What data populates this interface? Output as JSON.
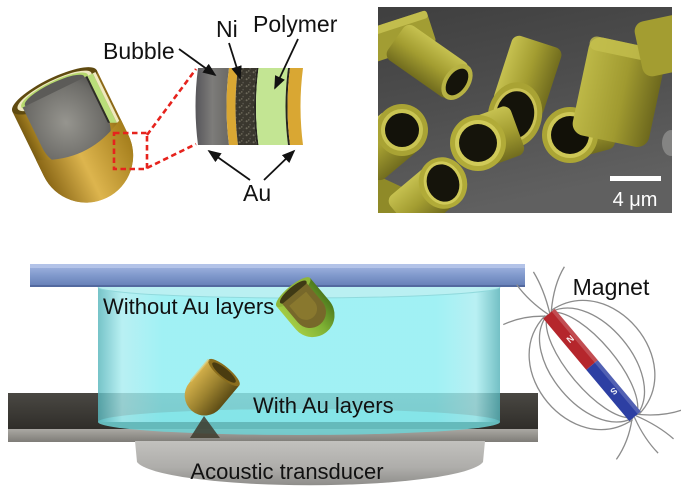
{
  "figure": {
    "schematic": {
      "label_bubble": "Bubble",
      "label_ni": "Ni",
      "label_polymer": "Polymer",
      "label_au": "Au"
    },
    "sem": {
      "scale_label": "4 μm"
    },
    "acoustic": {
      "label_without": "Without Au layers",
      "label_with": "With Au layers",
      "label_transducer": "Acoustic transducer"
    },
    "magnet": {
      "label": "Magnet",
      "north": "N",
      "south": "S",
      "north_color": "#b5262c",
      "south_color": "#2d3fa3"
    },
    "colors": {
      "gold_layer": "#d9a733",
      "polymer_green": "#c3e593",
      "nickel_dark": "#3a372e",
      "bubble_gray": "#757371",
      "water_cyan": "#8ceef2",
      "slide_blue": "#8099cc",
      "sem_tube_yellow": "#a9a334",
      "zoom_box_red": "#e6231d"
    }
  }
}
